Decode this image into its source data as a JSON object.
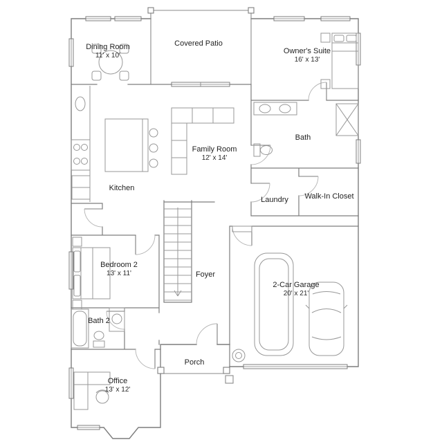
{
  "floorplan": {
    "colors": {
      "background": "#ffffff",
      "walls": "#7d7d7d",
      "furniture": "#979797",
      "text": "#1f1f1f"
    },
    "rooms": [
      {
        "id": "dining-room",
        "label": "Dining Room",
        "dims": "11' x 10'"
      },
      {
        "id": "covered-patio",
        "label": "Covered Patio",
        "dims": ""
      },
      {
        "id": "owners-suite",
        "label": "Owner's Suite",
        "dims": "16' x 13'"
      },
      {
        "id": "bath",
        "label": "Bath",
        "dims": ""
      },
      {
        "id": "family-room",
        "label": "Family Room",
        "dims": "12' x 14'"
      },
      {
        "id": "kitchen",
        "label": "Kitchen",
        "dims": ""
      },
      {
        "id": "laundry",
        "label": "Laundry",
        "dims": ""
      },
      {
        "id": "walk-in-closet",
        "label": "Walk-In Closet",
        "dims": ""
      },
      {
        "id": "bedroom-2",
        "label": "Bedroom 2",
        "dims": "13' x 11'"
      },
      {
        "id": "foyer",
        "label": "Foyer",
        "dims": ""
      },
      {
        "id": "garage",
        "label": "2-Car Garage",
        "dims": "20' x 21'"
      },
      {
        "id": "bath-2",
        "label": "Bath 2",
        "dims": ""
      },
      {
        "id": "porch",
        "label": "Porch",
        "dims": ""
      },
      {
        "id": "office",
        "label": "Office",
        "dims": "13' x 12'"
      }
    ]
  }
}
